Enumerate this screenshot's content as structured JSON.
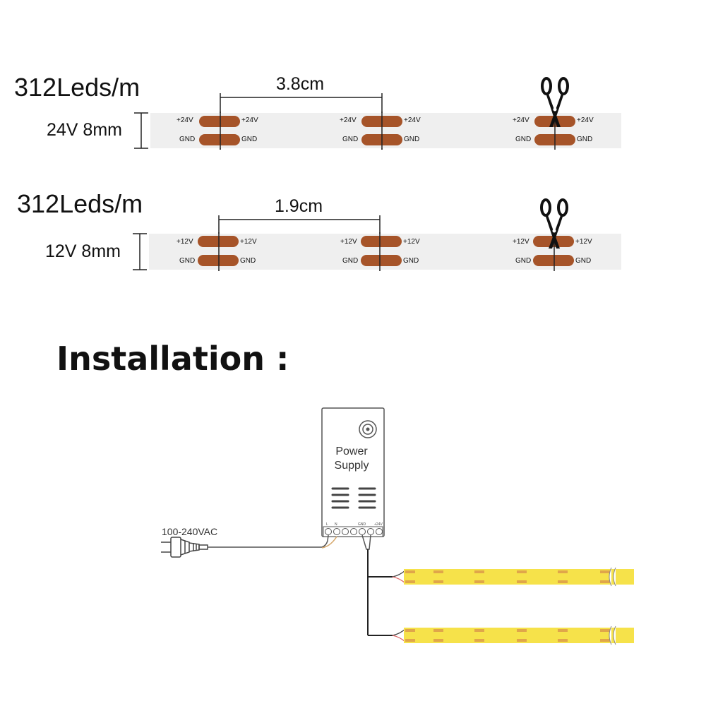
{
  "strips": [
    {
      "density": "312Leds/m",
      "spec": "24V 8mm",
      "cut_distance": "3.8cm",
      "pad_positive": "+24V",
      "pad_ground": "GND",
      "cut_points": 3
    },
    {
      "density": "312Leds/m",
      "spec": "12V 8mm",
      "cut_distance": "1.9cm",
      "pad_positive": "+12V",
      "pad_ground": "GND",
      "cut_points": 3
    }
  ],
  "installation": {
    "title": "Installation :",
    "power_supply": {
      "line1": "Power",
      "line2": "Supply"
    },
    "terminals": [
      "L",
      "N",
      "GND",
      "+24V"
    ],
    "ac_input": "100-240VAC",
    "output_strips": 2
  },
  "colors": {
    "strip_background": "#efefef",
    "copper_pad": "#a65429",
    "led_yellow": "#f6e24a",
    "line": "#222222"
  },
  "icons": [
    "scissors-icon",
    "power-plug-icon",
    "power-supply-icon"
  ]
}
